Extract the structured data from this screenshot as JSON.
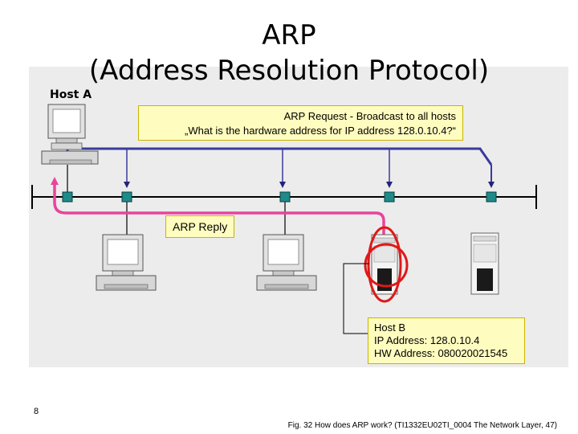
{
  "title": {
    "line1": "ARP",
    "line2": "(Address Resolution Protocol)"
  },
  "host_a_label": "Host A",
  "arp_request": {
    "line1": "ARP Request - Broadcast to all hosts",
    "line2": "„What is the hardware address for IP address 128.0.10.4?“"
  },
  "arp_reply_label": "ARP Reply",
  "host_b": {
    "name": "Host B",
    "ip": "IP Address: 128.0.10.4",
    "hw": "HW Address: 080020021545"
  },
  "page_number": "8",
  "caption": "Fig. 32 How does ARP work? (TI1332EU02TI_0004 The Network Layer, 47)",
  "colors": {
    "request_line": "#3a3a9e",
    "reply_line": "#e8449a",
    "highlight_circle": "#e01818",
    "node": "#1e8a8a",
    "box_fill": "#fffcbf"
  }
}
